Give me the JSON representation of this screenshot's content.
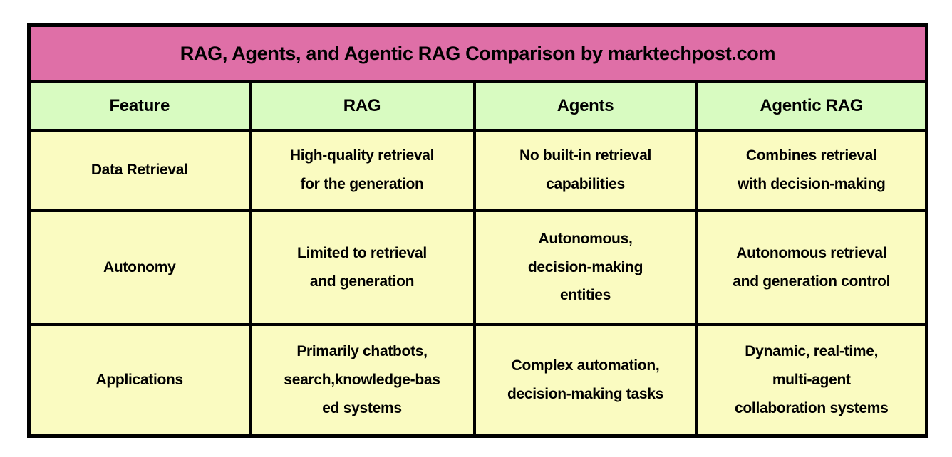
{
  "table": {
    "title": "RAG, Agents, and Agentic RAG Comparison by marktechpost.com",
    "columns": [
      "Feature",
      "RAG",
      "Agents",
      "Agentic RAG"
    ],
    "rows": [
      {
        "cells": [
          "Data Retrieval",
          "High-quality retrieval\nfor the generation",
          "No built-in retrieval\ncapabilities",
          "Combines retrieval\nwith decision-making"
        ]
      },
      {
        "cells": [
          "Autonomy",
          "Limited to retrieval\nand generation",
          "Autonomous,\ndecision-making\nentities",
          "Autonomous retrieval\nand generation control"
        ]
      },
      {
        "cells": [
          "Applications",
          "Primarily chatbots,\nsearch,knowledge-bas\ned systems",
          "Complex automation,\ndecision-making tasks",
          "Dynamic, real-time,\nmulti-agent\ncollaboration systems"
        ]
      }
    ]
  },
  "colors": {
    "title_bg": "#DF6FA7",
    "header_bg": "#D8FBC1",
    "cell_bg": "#FAFBC1",
    "border": "#000000",
    "text": "#000000",
    "page_bg": "#FFFFFF"
  },
  "chart_data": {
    "type": "table",
    "title": "RAG, Agents, and Agentic RAG Comparison by marktechpost.com",
    "columns": [
      "Feature",
      "RAG",
      "Agents",
      "Agentic RAG"
    ],
    "rows": [
      [
        "Data Retrieval",
        "High-quality retrieval for the generation",
        "No built-in retrieval capabilities",
        "Combines retrieval with decision-making"
      ],
      [
        "Autonomy",
        "Limited to retrieval and generation",
        "Autonomous, decision-making entities",
        "Autonomous retrieval and generation control"
      ],
      [
        "Applications",
        "Primarily chatbots, search,knowledge-based systems",
        "Complex automation, decision-making tasks",
        "Dynamic, real-time, multi-agent collaboration systems"
      ]
    ]
  }
}
